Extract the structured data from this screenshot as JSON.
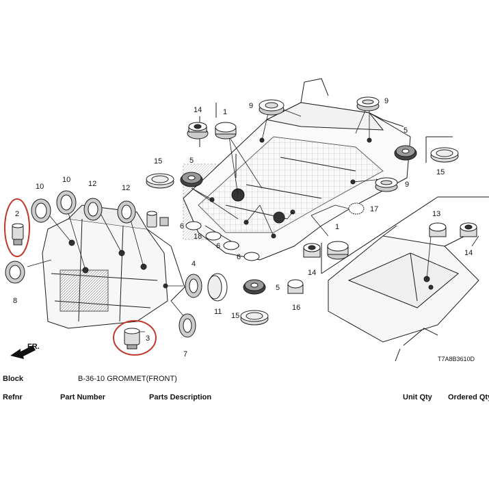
{
  "diagram": {
    "callouts": {
      "c1a": "1",
      "c1b": "1",
      "c2": "2",
      "c3": "3",
      "c4": "4",
      "c5a": "5",
      "c5b": "5",
      "c5c": "5",
      "c6a": "6",
      "c6b": "6",
      "c6c": "6",
      "c7": "7",
      "c8": "8",
      "c9a": "9",
      "c9b": "9",
      "c9c": "9",
      "c10a": "10",
      "c10b": "10",
      "c11": "11",
      "c12a": "12",
      "c12b": "12",
      "c13": "13",
      "c14a": "14",
      "c14b": "14",
      "c14c": "14",
      "c15a": "15",
      "c15b": "15",
      "c15c": "15",
      "c16": "16",
      "c17": "17",
      "c18": "18"
    },
    "front_label": "FR.",
    "diagram_code": "T7A8B3610D",
    "highlight_color": "#c0392b",
    "line_color": "#1a1a1a"
  },
  "info": {
    "block_label": "Block",
    "block_value": "B-36-10 GROMMET(FRONT)",
    "headers": {
      "refnr": "Refnr",
      "part_number": "Part Number",
      "parts_description": "Parts Description",
      "unit_qty": "Unit Qty",
      "ordered_qty": "Ordered Qty"
    }
  }
}
